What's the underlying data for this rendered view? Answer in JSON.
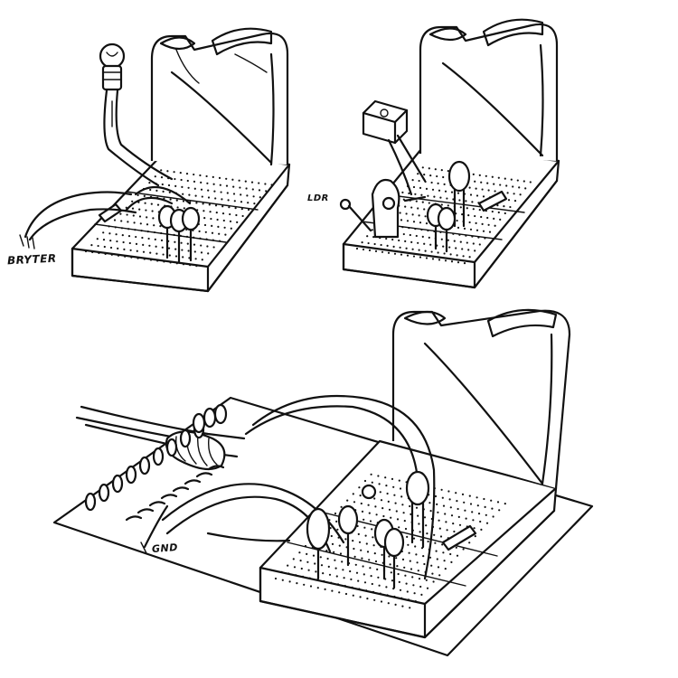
{
  "labels": {
    "switch": "BRYTER",
    "ldr": "LDR",
    "ground": "GND"
  },
  "colors": {
    "ink": "#111111",
    "paper": "#ffffff"
  }
}
